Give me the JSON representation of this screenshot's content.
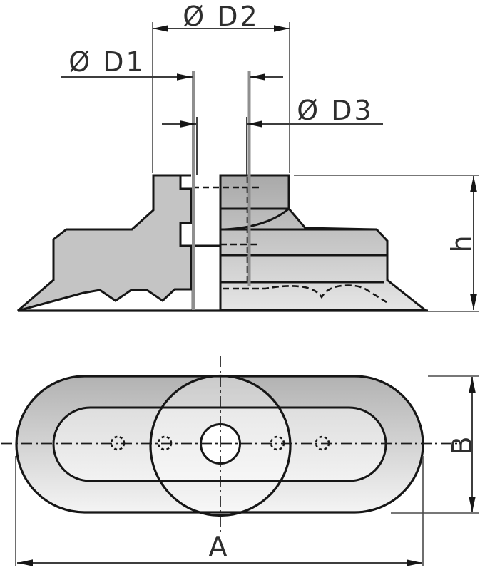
{
  "drawing": {
    "dimension_labels": {
      "d1": "Ø D1",
      "d2": "Ø D2",
      "d3": "Ø D3",
      "h": "h",
      "b": "B",
      "a": "A"
    },
    "colors": {
      "background": "#ffffff",
      "outline": "#161616",
      "dimension_line": "#3d3d3d",
      "section_fill": "#c4c4c4",
      "thick_extension": "#8f8f8f"
    }
  }
}
